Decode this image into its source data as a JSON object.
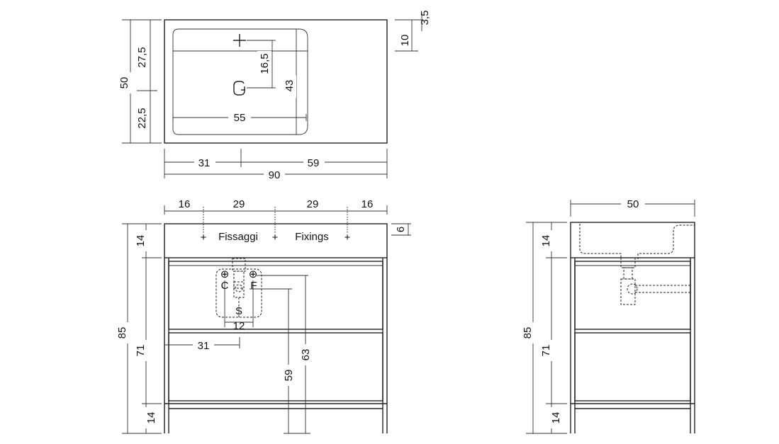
{
  "top_view": {
    "total_depth": "50",
    "upper_depth": "27,5",
    "lower_depth": "22,5",
    "rim_height": "3,5",
    "basin_edge": "10",
    "tap_to_drain": "16,5",
    "basin_depth": "43",
    "basin_width": "55",
    "left_offset": "31",
    "right_offset": "59",
    "total_width": "90"
  },
  "front_view": {
    "fix_left": "16",
    "fix_mid_left": "29",
    "fix_mid_right": "29",
    "fix_right": "16",
    "top_thickness": "6",
    "label_it": "Fissaggi",
    "label_en": "Fixings",
    "total_height": "85",
    "top_height": "14",
    "body_height": "71",
    "leg_height": "14",
    "connection_spacing": "12",
    "drain_offset": "31",
    "label_hot": "C",
    "label_cold": "F",
    "label_drain": "S",
    "height_supply": "63",
    "height_drain": "59"
  },
  "side_view": {
    "depth": "50",
    "total_height": "85",
    "top_height": "14",
    "body_height": "71",
    "leg_height": "14"
  }
}
